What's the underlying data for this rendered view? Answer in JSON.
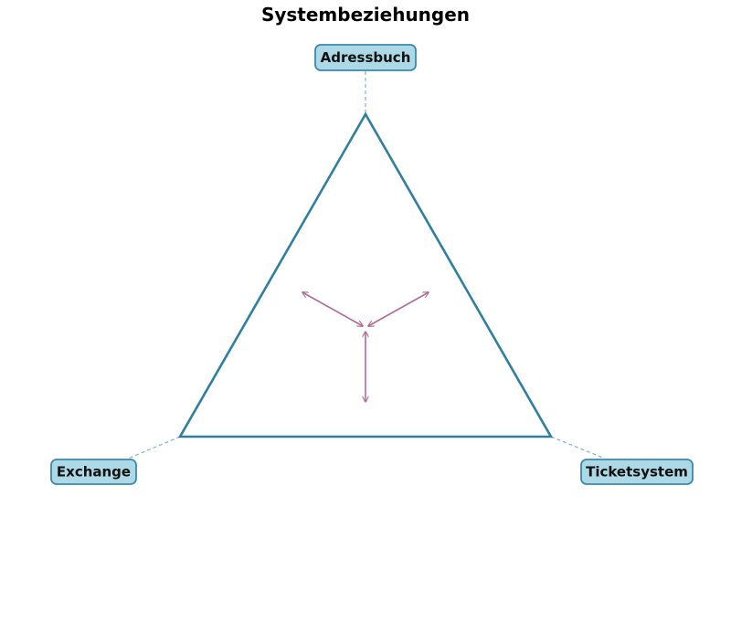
{
  "title": "Systembeziehungen",
  "nodes": {
    "top": "Adressbuch",
    "left": "Exchange",
    "right": "Ticketsystem"
  },
  "colors": {
    "triangle": "#2e7fa0",
    "node_fill": "#add8e6",
    "node_border": "#3a8aaa",
    "connector": "#7fb3cc",
    "arrows": "#b36b93"
  }
}
